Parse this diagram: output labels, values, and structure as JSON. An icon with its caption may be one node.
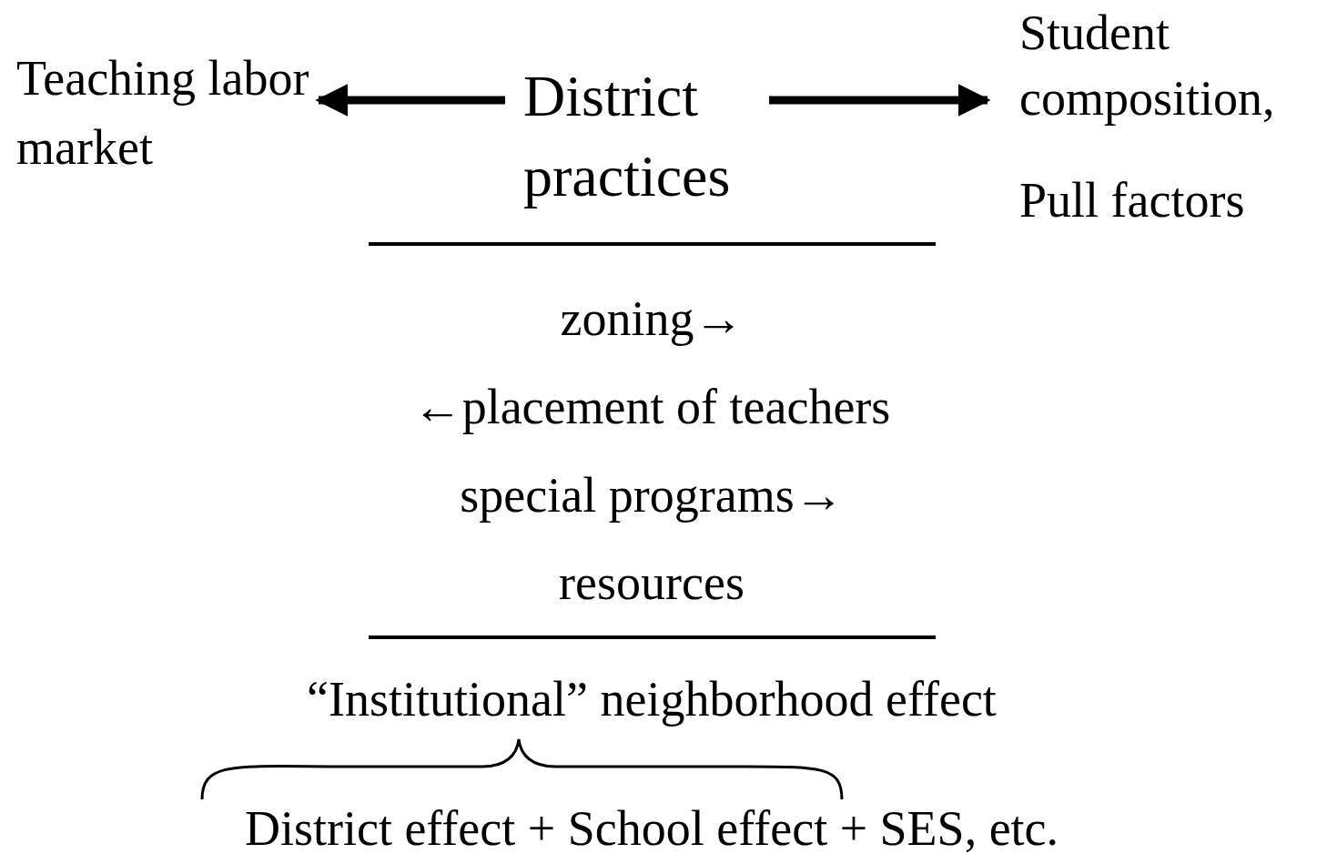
{
  "diagram": {
    "nodes": [
      {
        "text": [
          "Teaching labor market"
        ]
      },
      {
        "text": [
          "District practices"
        ]
      },
      {
        "text": [
          "Student composition,",
          "Pull factors"
        ]
      }
    ],
    "edges": [
      {
        "from": 1,
        "to": 0,
        "arrow": "to"
      },
      {
        "from": 1,
        "to": 2,
        "arrow": "to"
      }
    ],
    "labels": [
      "zoning→",
      "←placement of teachers",
      "special programs→",
      "resources",
      "“Institutional” neighborhood effect",
      "District effect + School effect + SES, etc."
    ]
  }
}
